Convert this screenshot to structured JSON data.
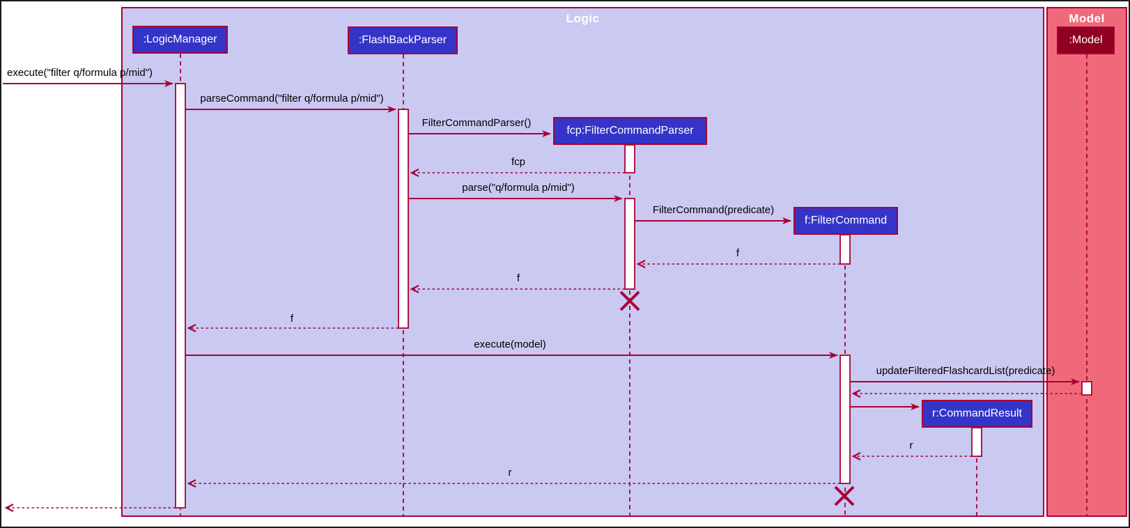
{
  "frames": {
    "logic": {
      "title": "Logic",
      "fill": "#C9C9F2"
    },
    "model": {
      "title": "Model",
      "fill": "#F0697B"
    }
  },
  "participants": [
    {
      "id": "logic-manager",
      "label": ":LogicManager",
      "frame": "Logic"
    },
    {
      "id": "flashback-parser",
      "label": ":FlashBackParser",
      "frame": "Logic"
    },
    {
      "id": "filter-command-parser",
      "label": "fcp:FilterCommandParser",
      "frame": "Logic"
    },
    {
      "id": "filter-command",
      "label": "f:FilterCommand",
      "frame": "Logic"
    },
    {
      "id": "command-result",
      "label": "r:CommandResult",
      "frame": "Logic"
    },
    {
      "id": "model",
      "label": ":Model",
      "frame": "Model"
    }
  ],
  "messages": [
    {
      "label": "execute(\"filter q/formula p/mid\")",
      "from": "caller",
      "to": ":LogicManager",
      "type": "sync"
    },
    {
      "label": "parseCommand(\"filter q/formula p/mid\")",
      "from": ":LogicManager",
      "to": ":FlashBackParser",
      "type": "sync"
    },
    {
      "label": "FilterCommandParser()",
      "from": ":FlashBackParser",
      "to": "fcp:FilterCommandParser",
      "type": "create"
    },
    {
      "label": "fcp",
      "from": "fcp:FilterCommandParser",
      "to": ":FlashBackParser",
      "type": "reply"
    },
    {
      "label": "parse(\"q/formula p/mid\")",
      "from": ":FlashBackParser",
      "to": "fcp:FilterCommandParser",
      "type": "sync"
    },
    {
      "label": "FilterCommand(predicate)",
      "from": "fcp:FilterCommandParser",
      "to": "f:FilterCommand",
      "type": "create"
    },
    {
      "label": "f",
      "from": "f:FilterCommand",
      "to": "fcp:FilterCommandParser",
      "type": "reply"
    },
    {
      "label": "f",
      "from": "fcp:FilterCommandParser",
      "to": ":FlashBackParser",
      "type": "reply"
    },
    {
      "label": "f",
      "from": ":FlashBackParser",
      "to": ":LogicManager",
      "type": "reply"
    },
    {
      "label": "execute(model)",
      "from": ":LogicManager",
      "to": "f:FilterCommand",
      "type": "sync"
    },
    {
      "label": "updateFilteredFlashcardList(predicate)",
      "from": "f:FilterCommand",
      "to": ":Model",
      "type": "sync"
    },
    {
      "label": "",
      "from": ":Model",
      "to": "f:FilterCommand",
      "type": "reply"
    },
    {
      "label": "",
      "from": "f:FilterCommand",
      "to": "r:CommandResult",
      "type": "create"
    },
    {
      "label": "r",
      "from": "r:CommandResult",
      "to": "f:FilterCommand",
      "type": "reply"
    },
    {
      "label": "r",
      "from": "f:FilterCommand",
      "to": ":LogicManager",
      "type": "reply"
    },
    {
      "label": "",
      "from": ":LogicManager",
      "to": "caller",
      "type": "reply"
    }
  ],
  "destroyed": [
    "fcp:FilterCommandParser",
    "f:FilterCommand"
  ],
  "colors": {
    "accent": "#A80036",
    "participant_fill": "#3434C8",
    "model_participant_fill": "#900021",
    "logic_frame_fill": "#C9C9F2",
    "model_frame_fill": "#F0697B",
    "activation_fill": "#FFFFFF",
    "message_text": "#000000",
    "frame_title_text": "#FFFFFF"
  }
}
